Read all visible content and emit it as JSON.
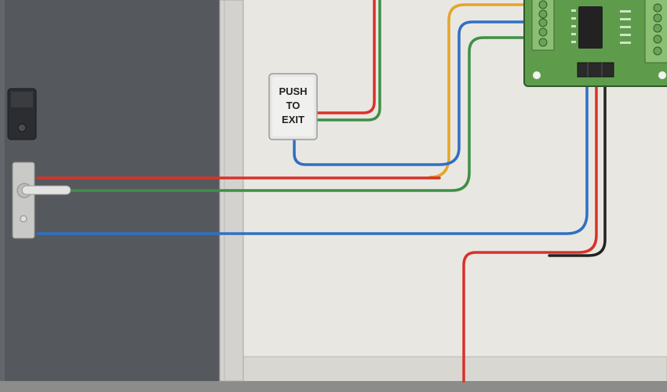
{
  "exit_button": {
    "lines": [
      "PUSH",
      "TO",
      "EXIT"
    ]
  },
  "colors": {
    "door": "#55595d",
    "wall": "#e9e7e2",
    "board": "#5e9c4c",
    "wire_red": "#d8322a",
    "wire_green": "#3f8f45",
    "wire_blue": "#2f6fc4",
    "wire_orange": "#e4a52a",
    "wire_black": "#222222"
  }
}
